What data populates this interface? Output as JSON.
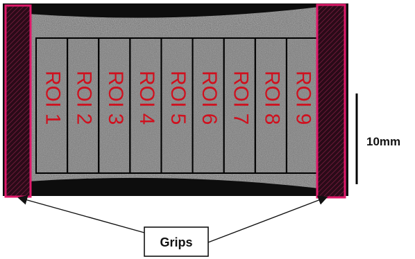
{
  "roi_labels": [
    "ROI 1",
    "ROI 2",
    "ROI 3",
    "ROI 4",
    "ROI 5",
    "ROI 6",
    "ROI 7",
    "ROI 8",
    "ROI 9"
  ],
  "scale_bar": {
    "label": "10mm"
  },
  "grips": {
    "label": "Grips"
  },
  "colors": {
    "roi_text": "#d0101e",
    "grip_border": "#e0196a",
    "grip_fill": "#3a1020",
    "roi_grid": "#000000",
    "speckle_base": "#6e6e6e",
    "background": "#ffffff"
  }
}
